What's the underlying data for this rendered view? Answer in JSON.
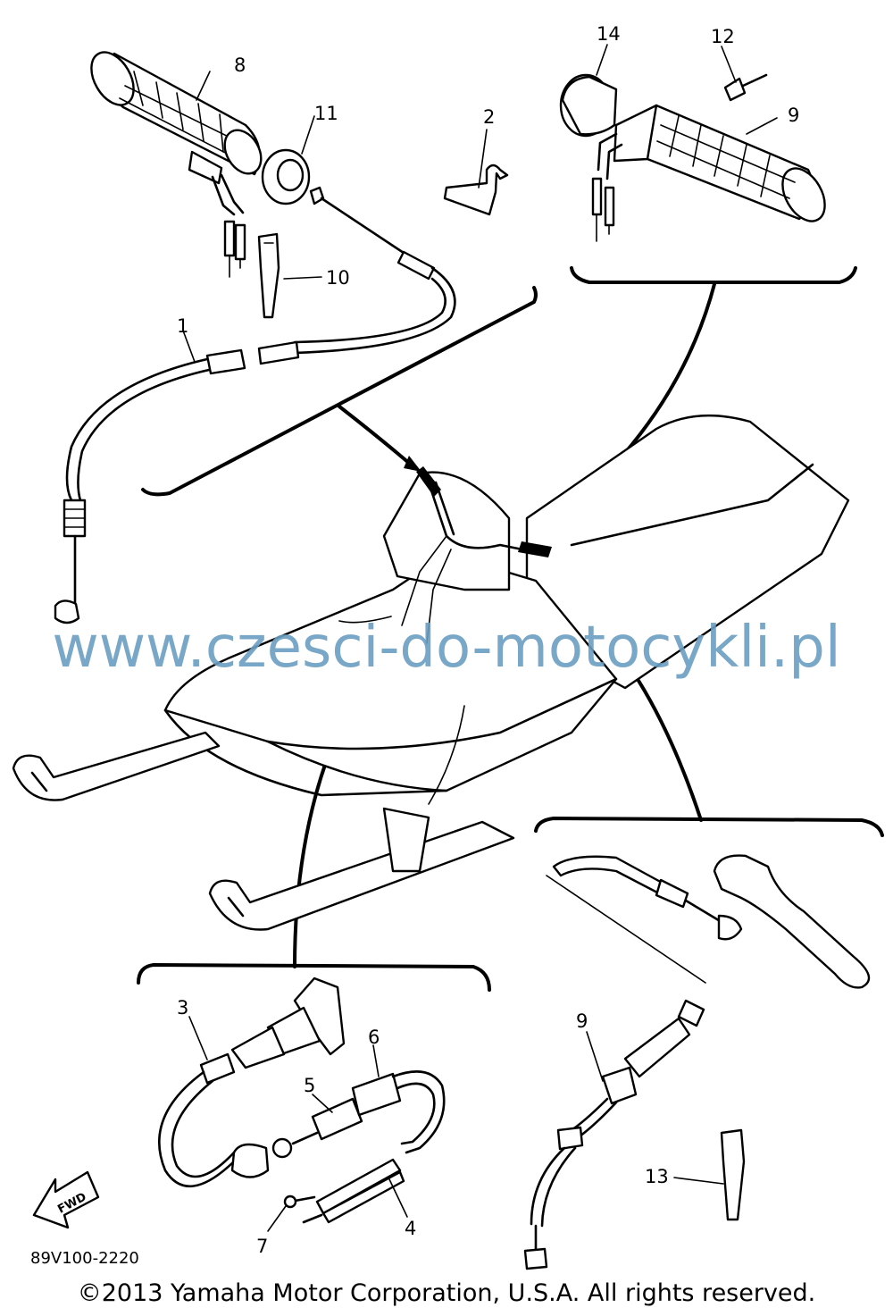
{
  "diagram": {
    "callouts": [
      "1",
      "2",
      "3",
      "4",
      "5",
      "6",
      "7",
      "8",
      "9",
      "9",
      "10",
      "11",
      "12",
      "13",
      "14"
    ],
    "fwd_label": "FWD",
    "part_code": "89V100-2220"
  },
  "watermark": "www.czesci-do-motocykli.pl",
  "copyright": "©2013 Yamaha Motor Corporation, U.S.A. All rights reserved."
}
